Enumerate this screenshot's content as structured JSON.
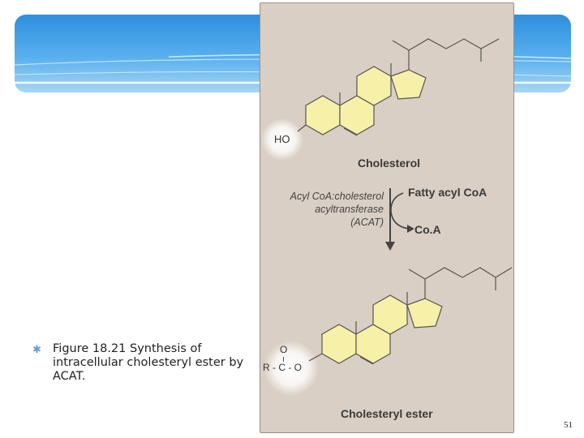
{
  "colors": {
    "banner_top": "#2e8fde",
    "banner_bottom": "#a8d6f4",
    "panel_bg": "#dacfc4",
    "ring_fill": "#f7f0a8",
    "bullet": "#5f9fcc"
  },
  "figure": {
    "top_molecule": {
      "hydroxyl": "HO",
      "name": "Cholesterol"
    },
    "reaction": {
      "enzyme_lines": [
        "Acyl CoA:cholesterol",
        "acyltransferase",
        "(ACAT)"
      ],
      "substrate": "Fatty acyl CoA",
      "product_side": "Co.A"
    },
    "bottom_molecule": {
      "ester_oxygen_top": "O",
      "ester_group": "R - C - O",
      "name": "Cholesteryl ester"
    }
  },
  "caption": {
    "bullet_icon": "asterisk-bullet-icon",
    "text": "Figure 18.21 Synthesis of intracellular cholesteryl ester by ACAT."
  },
  "page_number": "51"
}
